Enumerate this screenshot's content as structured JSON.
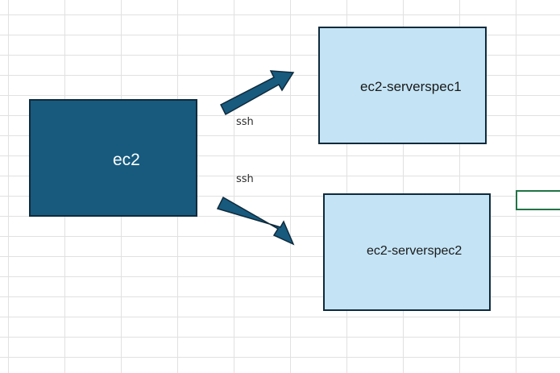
{
  "colors": {
    "gridline": "#e1e1e1",
    "source_fill": "#175a7e",
    "target_fill": "#c4e4f5",
    "shape_border": "#0f2a3c",
    "arrow_fill": "#175a7e",
    "selection_border": "#217346"
  },
  "nodes": {
    "source": {
      "label": "ec2"
    },
    "target1": {
      "label": "ec2-serverspec1"
    },
    "target2": {
      "label": "ec2-serverspec2"
    }
  },
  "edges": [
    {
      "from": "ec2",
      "to": "ec2-serverspec1",
      "label": "ssh"
    },
    {
      "from": "ec2",
      "to": "ec2-serverspec2",
      "label": "ssh"
    }
  ]
}
